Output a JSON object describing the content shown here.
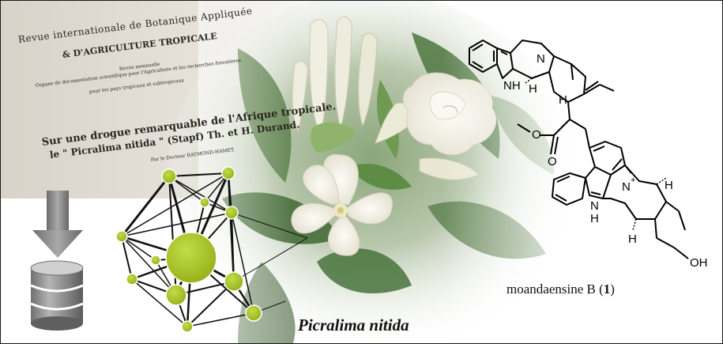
{
  "document": {
    "line1": "Revue internationale de Botanique Appliquée",
    "line2": "& D'AGRICULTURE TROPICALE",
    "line3": "Revue mensuelle",
    "line4": "Organe de documentation scientifique pour l'Agriculture et les recherches forestières",
    "line5": "pour les pays tropicaux et subtropicaux",
    "line6": "Sur une drogue remarquable de l'Afrique tropicale.",
    "line7": "le \" Picralima nitida \" (Stapf) Th. et H. Durand.",
    "line8": "Par le Docteur RAYMOND-HAMET."
  },
  "structure": {
    "atom_n_top": "N",
    "atom_nh_top": "NH",
    "atom_h_top": "H",
    "atom_h_right_top": "H",
    "atom_o_ester1": "O",
    "atom_o_ester2": "O",
    "atom_n_plus": "N",
    "atom_plus": "+",
    "atom_h_bottom_right": "H",
    "atom_nh_bottom": "N",
    "atom_h_bottom_nh": "H",
    "atom_h_bottom": "H",
    "atom_oh": "OH"
  },
  "caption": {
    "name": "moandaensine B (",
    "number": "1",
    "close": ")"
  },
  "species": "Picralima nitida",
  "colors": {
    "node": "#a3c11e",
    "arrow": "#7a7a7a",
    "database": "#8a8a8a",
    "flower": "#f6f4ec",
    "leaf": "#3f6b32"
  }
}
